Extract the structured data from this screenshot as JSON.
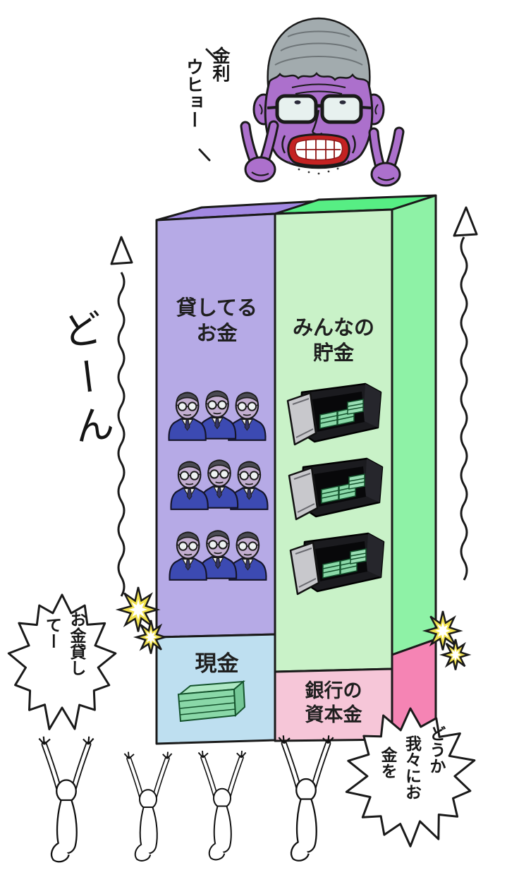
{
  "banker": {
    "exclamation_lines": [
      "金利",
      "ウヒョー"
    ]
  },
  "sound_effect": "どーん",
  "balance_sheet": {
    "loans": {
      "lines": [
        "貸してる",
        "お金"
      ]
    },
    "cash": {
      "label": "現金"
    },
    "deposits": {
      "lines": [
        "みんなの",
        "貯金"
      ]
    },
    "capital": {
      "lines": [
        "銀行の",
        "資本金"
      ]
    }
  },
  "speech_bubbles": {
    "left": {
      "lines": [
        "お金貸し",
        "てー"
      ]
    },
    "right": {
      "lines": [
        "どうか",
        "我々にお",
        "金を"
      ]
    }
  },
  "icons": {
    "banker": "banker-peace-sign-icon",
    "businessmen": "businessman-icon",
    "safes": "open-safe-with-cash-icon",
    "cash": "banknote-stack-icon",
    "arrows": "up-arrow-icon",
    "sparks": "spark-burst-icon",
    "people": "reaching-person-icon"
  },
  "colors": {
    "face_purple": "#ac70cc",
    "bar_loans_front": "#b6aae6",
    "bar_loans_top": "#a288e2",
    "bar_cash": "#bedff0",
    "bar_deposits_front": "#c9f2c8",
    "bar_deposits_top": "#57ee84",
    "bar_deposits_side": "#8ef2a6",
    "bar_capital_front": "#f6c6d8",
    "bar_capital_side": "#f584b4",
    "money_green": "#86d4a6",
    "spark_yellow": "#f2e24c",
    "suit_blue": "#3c4ab2",
    "mouth_red": "#c42222"
  }
}
